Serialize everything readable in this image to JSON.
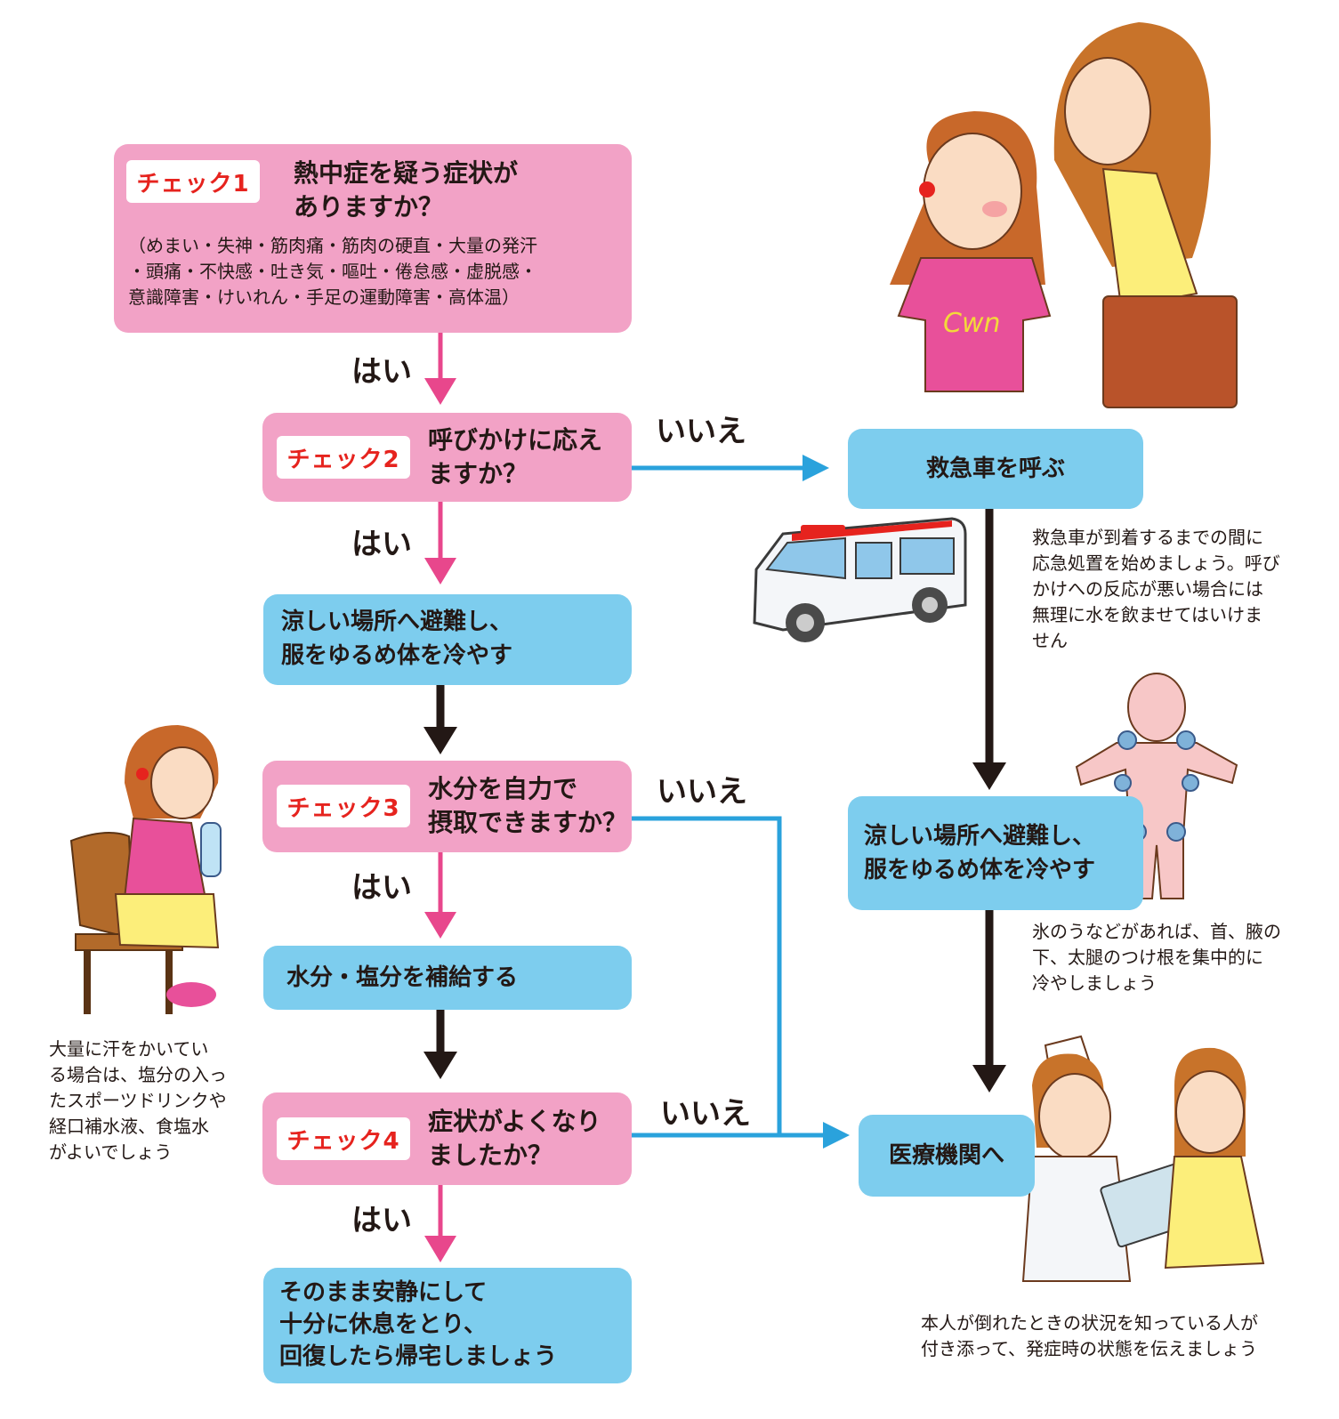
{
  "check1": {
    "badge": "チェック1",
    "question": "熱中症を疑う症状が\nありますか？",
    "symptoms": "（めまい・失神・筋肉痛・筋肉の硬直・大量の発汗\n・頭痛・不快感・吐き気・嘔吐・倦怠感・虚脱感・\n意識障害・けいれん・手足の運動障害・高体温）"
  },
  "check2": {
    "badge": "チェック2",
    "question": "呼びかけに応え\nますか？"
  },
  "check3": {
    "badge": "チェック3",
    "question": "水分を自力で\n摂取できますか？"
  },
  "check4": {
    "badge": "チェック4",
    "question": "症状がよくなり\nましたか？"
  },
  "actions": {
    "cool_left": "涼しい場所へ避難し、\n服をゆるめ体を冷やす",
    "hydrate": "水分・塩分を補給する",
    "rest": "そのまま安静にして\n十分に休息をとり、\n回復したら帰宅しましょう",
    "ambulance": "救急車を呼ぶ",
    "cool_right": "涼しい場所へ避難し、\n服をゆるめ体を冷やす",
    "hospital": "医療機関へ"
  },
  "labels": {
    "yes": "はい",
    "no": "いいえ"
  },
  "notes": {
    "ambulance_note": "救急車が到着するまでの間に\n応急処置を始めましょう。呼び\nかけへの反応が悪い場合には\n無理に水を飲ませてはいけま\nせん",
    "ice_note": "氷のうなどがあれば、首、腋の\n下、太腿のつけ根を集中的に\n冷やしましょう",
    "sweat_note": "大量に汗をかいてい\nる場合は、塩分の入っ\nたスポーツドリンクや\n経口補水液、食塩水\nがよいでしょう",
    "hospital_note": "本人が倒れたときの状況を知っている人が\n付き添って、発症時の状態を伝えましょう"
  },
  "colors": {
    "pink_box": "#f2a2c6",
    "blue_box": "#7dcdee",
    "yes_arrow": "#e8478c",
    "no_arrow": "#2aa2dc",
    "black_arrow": "#231815",
    "badge_text": "#e6231e"
  }
}
